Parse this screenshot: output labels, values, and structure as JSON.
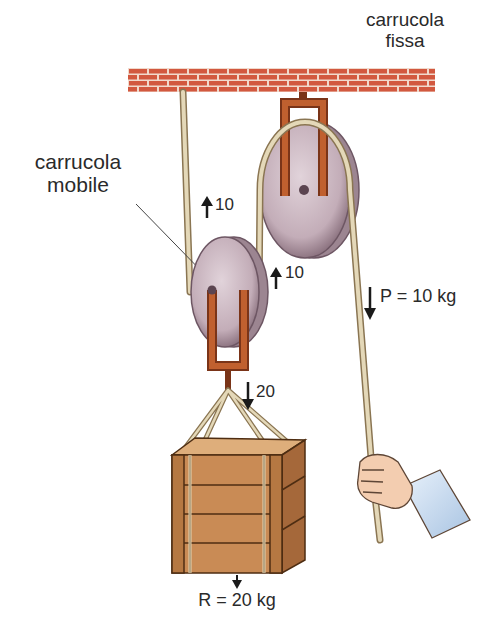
{
  "diagram": {
    "labels": [
      "carrucola fissa",
      "carrucola mobile",
      "10",
      "10",
      "P = 10 kg",
      "20",
      "R = 20 kg"
    ]
  }
}
